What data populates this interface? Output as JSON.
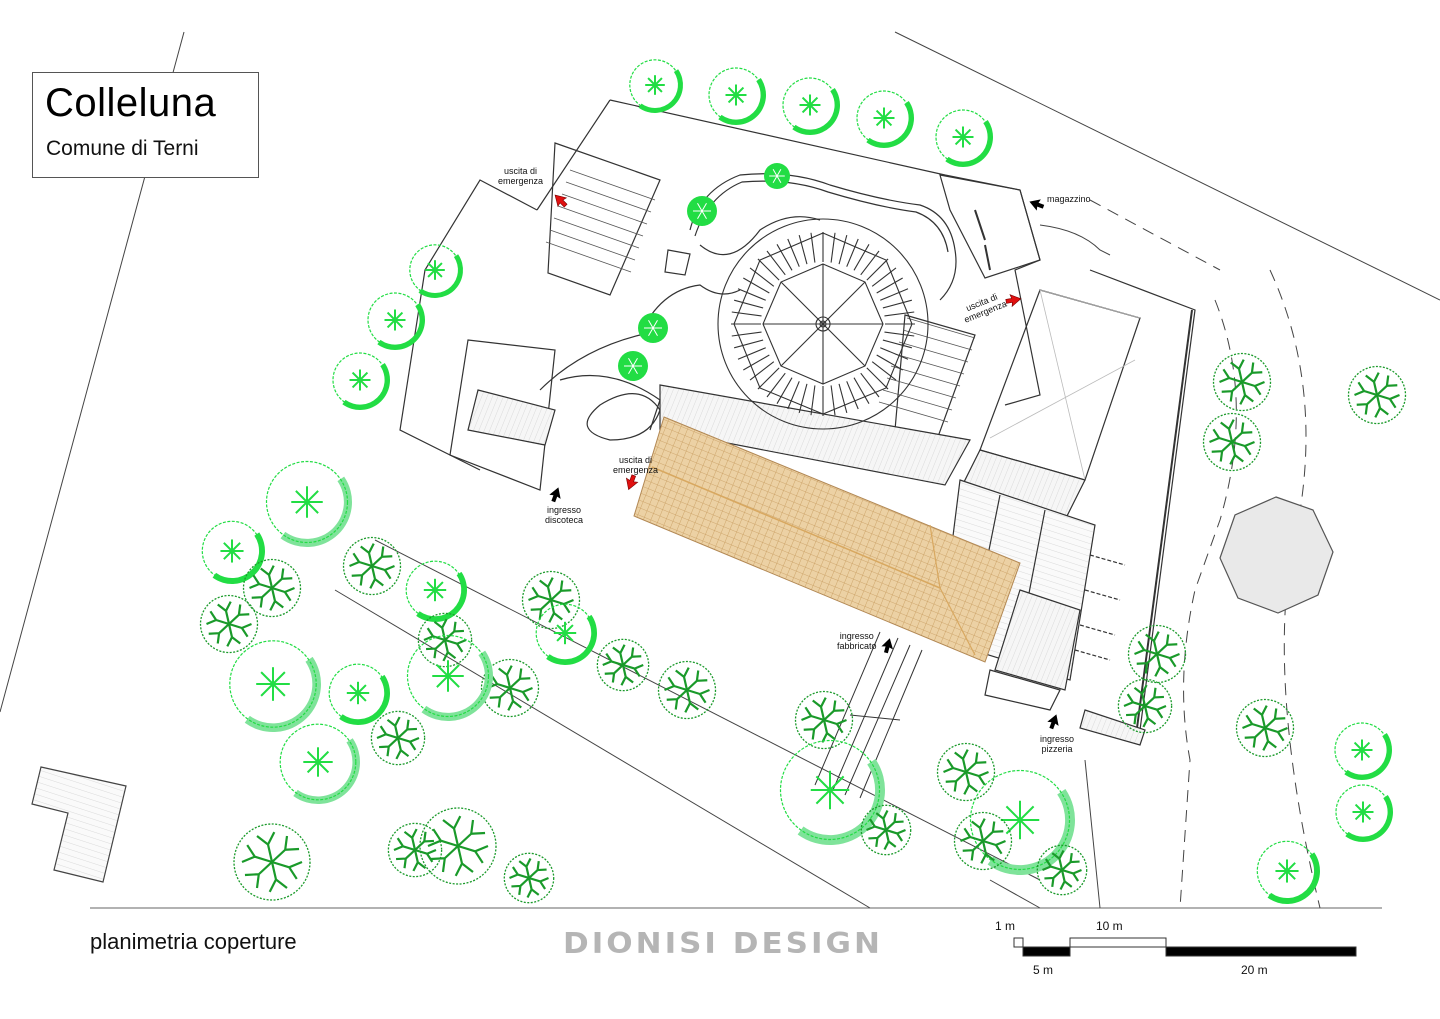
{
  "title_block": {
    "place": "Colleluna",
    "municipality": "Comune di Terni"
  },
  "drawing_title": "planimetria coperture",
  "brand": "DIONISI DESIGN",
  "annotations": {
    "emergency_exit_nw": "uscita di emergenza",
    "emergency_exit_ne": "uscita di emergenza",
    "emergency_exit_center": "uscita di emergenza",
    "storage": "magazzino",
    "disco_entrance": "ingresso discoteca",
    "building_entrance": "ingresso fabbricato",
    "pizzeria_entrance": "ingresso pizzeria"
  },
  "annotation_lines": {
    "emergency_exit": [
      "uscita di",
      "emergenza"
    ],
    "disco_entrance": [
      "ingresso",
      "discoteca"
    ],
    "building_entrance": [
      "ingresso",
      "fabbricato"
    ],
    "pizzeria_entrance": [
      "ingresso",
      "pizzeria"
    ]
  },
  "scale_bar": {
    "labels_top": [
      "1 m",
      "10 m"
    ],
    "labels_bottom": [
      "5 m",
      "20 m"
    ]
  },
  "colors": {
    "tree_green": "#22dd44",
    "tree_dark": "#1a9a2a",
    "tree_light_fill": "#7fe39a",
    "roof_tiles": "#e8c690",
    "emergency_arrow": "#e01010",
    "entrance_arrow": "#000000",
    "line": "#333333",
    "brand_grey": "#b5b5b5"
  }
}
